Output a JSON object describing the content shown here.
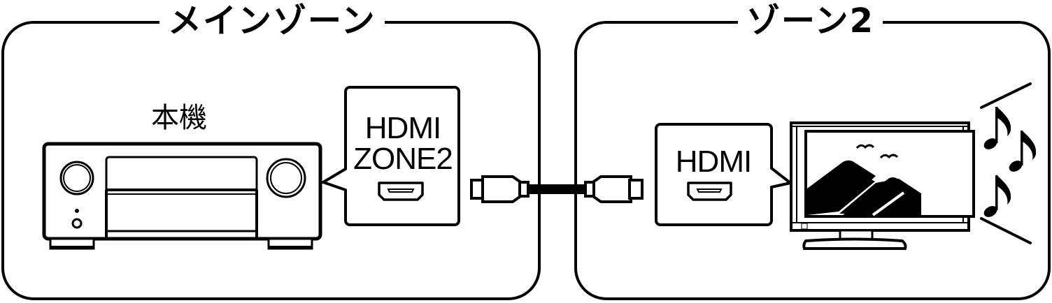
{
  "zones": {
    "main": {
      "title": "メインゾーン"
    },
    "zone2": {
      "title": "ゾーン2"
    }
  },
  "main_unit": {
    "label": "本機"
  },
  "callouts": {
    "source": {
      "line1": "HDMI",
      "line2": "ZONE2",
      "port_icon": "hdmi-port-icon"
    },
    "sink": {
      "line1": "HDMI",
      "port_icon": "hdmi-port-icon"
    }
  },
  "cable": {
    "type": "HDMI cable",
    "icon": "hdmi-cable-icon"
  },
  "display": {
    "device": "TV",
    "screen_icon": "landscape-image-icon",
    "audio_icon": "music-notes-icon"
  },
  "colors": {
    "stroke": "#000000",
    "background": "#ffffff"
  }
}
